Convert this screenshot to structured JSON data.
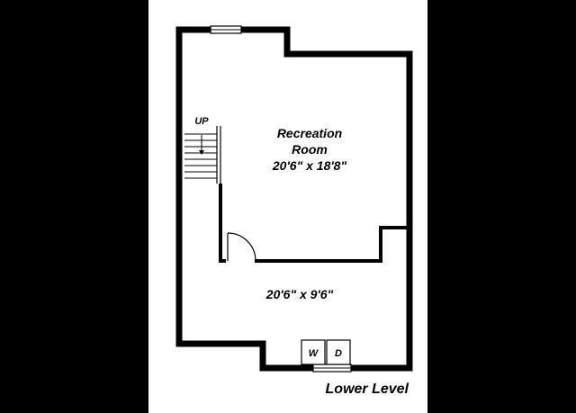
{
  "plan": {
    "title": "Lower Level",
    "stair_label": "UP",
    "rooms": [
      {
        "name_line1": "Recreation",
        "name_line2": "Room",
        "dimensions": "20'6\" x 18'8\""
      },
      {
        "dimensions": "20'6\" x 9'6\""
      }
    ],
    "appliances": {
      "washer": "W",
      "dryer": "D"
    }
  }
}
